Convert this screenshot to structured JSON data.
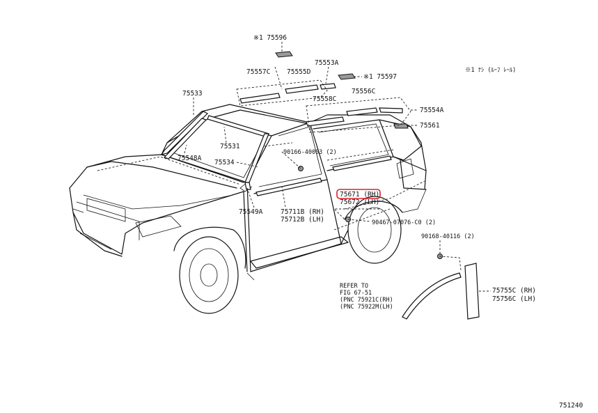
{
  "note": "※1 ﾅｼ (ﾙｰﾌ ﾚｰﾙ)",
  "figure_number": "751240",
  "refer": {
    "line1": "REFER TO",
    "line2": "FIG 67-51",
    "line3": "(PNC 75921C(RH)",
    "line4": "(PNC 75922M(LH)"
  },
  "parts": {
    "p75596": "※1 75596",
    "p75597": "※1 75597",
    "p75553A": "75553A",
    "p75557C": "75557C",
    "p75555D": "75555D",
    "p75533": "75533",
    "p75556C": "75556C",
    "p75558C": "75558C",
    "p75554A": "75554A",
    "p75561": "75561",
    "p75548A": "75548A",
    "p75531": "75531",
    "p75534": "75534",
    "p90166": "90166-40003 (2)",
    "p75671": "75671 (RH)",
    "p75672": "75672 (LH)",
    "p75549A": "75549A",
    "p75711B": "75711B (RH)",
    "p75712B": "75712B (LH)",
    "p90467": "90467-07076-C0 (2)",
    "p90168": "90168-40116 (2)",
    "p75755C": "75755C (RH)",
    "p75756C": "75756C (LH)"
  },
  "highlight_color": "#d9202a"
}
